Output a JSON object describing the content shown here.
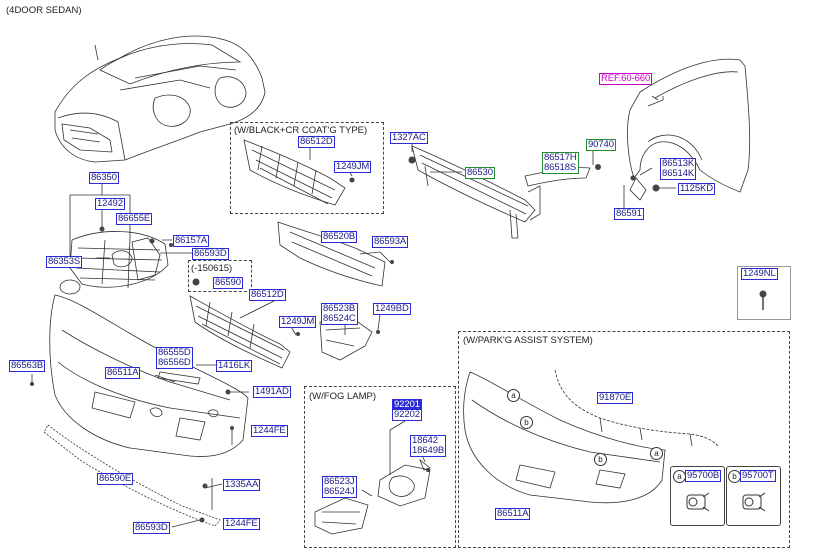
{
  "header": {
    "title": "(4DOOR SEDAN)"
  },
  "sections": {
    "black_cr": {
      "title": "(W/BLACK+CR COAT'G TYPE)"
    },
    "fog_lamp": {
      "title": "(W/FOG LAMP)"
    },
    "parking_assist": {
      "title": "(W/PARK'G ASSIST SYSTEM)"
    },
    "date_note": "(-150615)"
  },
  "parts": {
    "ref_60_660": "REF.60-660",
    "p1327AC": "1327AC",
    "p86530": "86530",
    "p86517H": "86517H",
    "p86518S": "86518S",
    "p90740": "90740",
    "p86513K": "86513K",
    "p86514K": "86514K",
    "p1125KD": "1125KD",
    "p86591": "86591",
    "p86512D_top": "86512D",
    "p1249JM_top": "1249JM",
    "p86350": "86350",
    "p12492": "12492",
    "p86655E": "86655E",
    "p86157A": "86157A",
    "p86593D_upper": "86593D",
    "p86353S": "86353S",
    "p86590": "86590",
    "p86520B": "86520B",
    "p86593A": "86593A",
    "p1249NL": "1249NL",
    "p86512D_mid": "86512D",
    "p1249JM_mid": "1249JM",
    "p86523B": "86523B",
    "p86524C": "86524C",
    "p1249BD": "1249BD",
    "p86563B": "86563B",
    "p86555D": "86555D",
    "p86556D": "86556D",
    "p1416LK": "1416LK",
    "p86511A_left": "86511A",
    "p1491AD": "1491AD",
    "p1244FE_upper": "1244FE",
    "p86590E": "86590E",
    "p1335AA": "1335AA",
    "p86593D_lower": "86593D",
    "p1244FE_lower": "1244FE",
    "p92201": "92201",
    "p92202": "92202",
    "p18642": "18642",
    "p18649B": "18649B",
    "p86523J": "86523J",
    "p86524J": "86524J",
    "p91870E": "91870E",
    "p86511A_right": "86511A",
    "p95700B": "95700B",
    "p95700T": "95700T"
  },
  "callouts": {
    "a": "a",
    "b": "b"
  },
  "colors": {
    "label_border": "#2b2bd6",
    "label_text": "#1b1b8a",
    "group_border": "#1f8f2f",
    "ref_color": "#c800c8",
    "line_art": "#333333"
  }
}
